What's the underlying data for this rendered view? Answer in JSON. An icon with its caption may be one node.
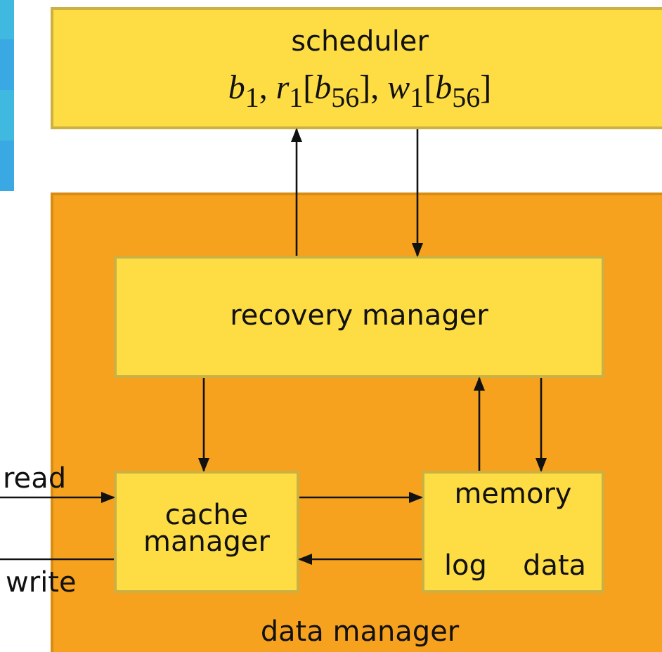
{
  "diagram": {
    "nodes": [
      {
        "text": [
          "scheduler",
          "*b*$_{1}$, *r*$_{1}$[*b*$_{56}$], *w*$_{1}$[*b*$_{56}$]"
        ]
      },
      {
        "text": [
          "data manager"
        ]
      },
      {
        "text": [
          "recovery manager"
        ],
        "in": 1
      },
      {
        "text": [
          "cache manager"
        ],
        "in": 1
      },
      {
        "text": [
          "memory",
          "log",
          "data"
        ],
        "in": 1
      }
    ],
    "edges": [
      {
        "from": 2,
        "to": 0,
        "arrow": "to"
      },
      {
        "from": 0,
        "to": 2,
        "arrow": "to"
      },
      {
        "from": 2,
        "to": 3,
        "arrow": "to"
      },
      {
        "from": 4,
        "to": 2,
        "arrow": "to"
      },
      {
        "from": 2,
        "to": 4,
        "arrow": "to"
      },
      {
        "from": 3,
        "to": 4,
        "arrow": "to"
      },
      {
        "from": 4,
        "to": 3,
        "arrow": "to"
      },
      {
        "from": null,
        "to": 3,
        "arrow": "to",
        "label": "read"
      },
      {
        "from": 3,
        "to": null,
        "arrow": "none",
        "label": "write"
      }
    ]
  }
}
